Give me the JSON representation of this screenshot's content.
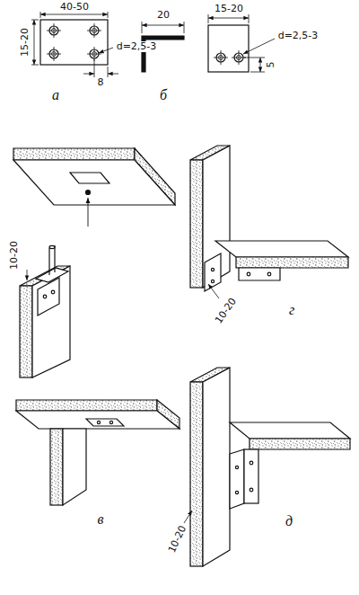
{
  "diagram": {
    "labels": [
      "40-50",
      "15-20",
      "d=2,5-3",
      "8",
      "а",
      "20",
      "15-20",
      "d=2,5-3",
      "5",
      "б",
      "10-20",
      "10-20",
      "г",
      "в",
      "10-20",
      "д"
    ]
  }
}
